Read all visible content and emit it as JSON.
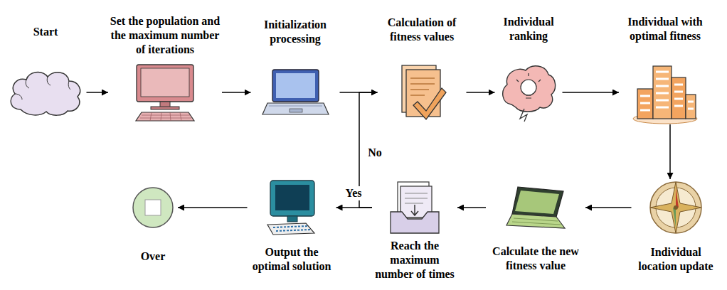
{
  "diagram": {
    "nodes": [
      {
        "text": [
          "Start"
        ]
      },
      {
        "text": [
          "Set the population and the maximum number of iterations"
        ]
      },
      {
        "text": [
          "Initialization processing"
        ]
      },
      {
        "text": [
          "Calculation of fitness values"
        ]
      },
      {
        "text": [
          "Individual ranking"
        ]
      },
      {
        "text": [
          "Individual with optimal fitness"
        ]
      },
      {
        "text": [
          "Individual location update"
        ]
      },
      {
        "text": [
          "Calculate the new fitness value"
        ]
      },
      {
        "text": [
          "Reach the maximum number of times"
        ]
      },
      {
        "text": [
          "Output the optimal solution"
        ]
      },
      {
        "text": [
          "Over"
        ]
      }
    ],
    "edges": [
      {
        "from": 0,
        "to": 1,
        "arrow": "to"
      },
      {
        "from": 1,
        "to": 2,
        "arrow": "to"
      },
      {
        "from": 2,
        "to": 3,
        "arrow": "to"
      },
      {
        "from": 3,
        "to": 4,
        "arrow": "to"
      },
      {
        "from": 4,
        "to": 5,
        "arrow": "to"
      },
      {
        "from": 5,
        "to": 6,
        "arrow": "to"
      },
      {
        "from": 6,
        "to": 7,
        "arrow": "to"
      },
      {
        "from": 7,
        "to": 8,
        "arrow": "to"
      },
      {
        "from": 8,
        "to": 9,
        "label": "Yes",
        "arrow": "to"
      },
      {
        "from": 9,
        "to": 10,
        "arrow": "to"
      },
      {
        "from": 8,
        "to": 3,
        "label": "No",
        "arrow": "to"
      }
    ]
  }
}
